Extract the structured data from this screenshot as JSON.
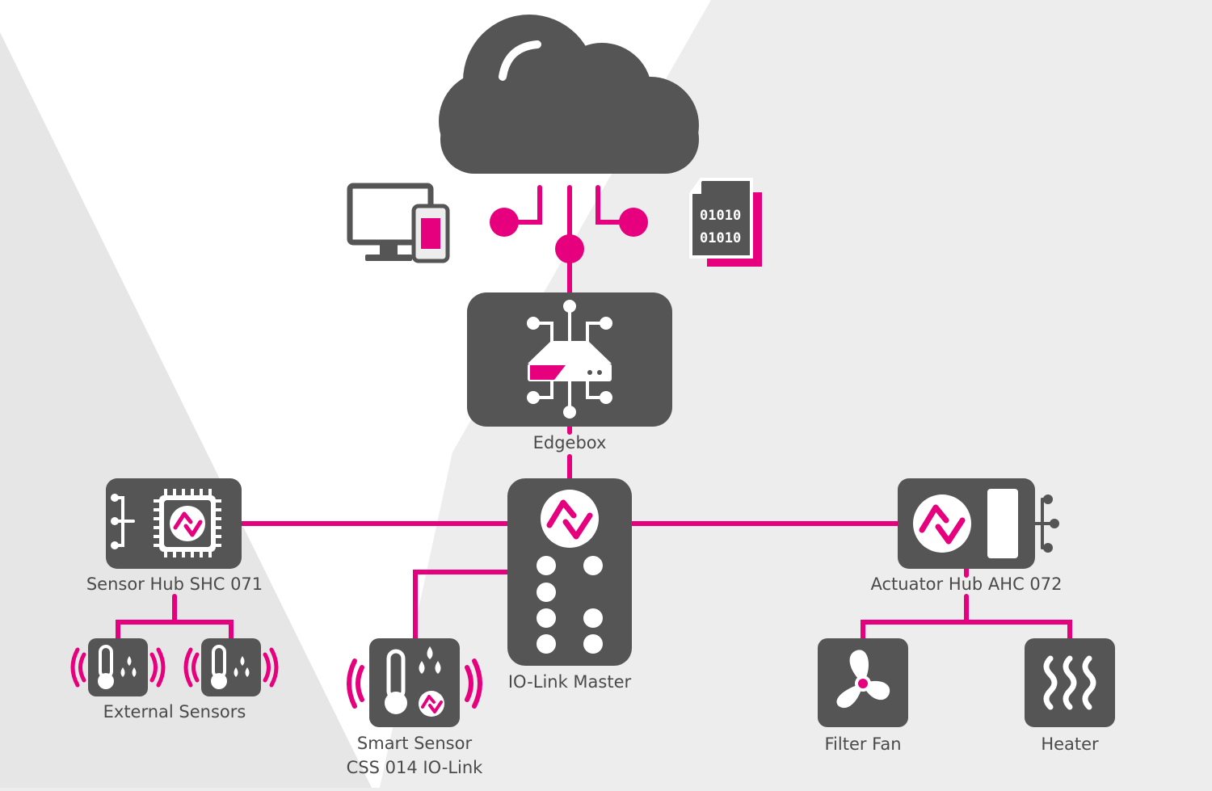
{
  "colors": {
    "dark": "#555555",
    "accent": "#e6007e",
    "background": "#ededed",
    "light": "#ffffff"
  },
  "nodes": {
    "cloud": {
      "icon": "cloud-icon"
    },
    "devices": {
      "icon": "computer-and-phone-icon"
    },
    "data_file": {
      "icon": "binary-file-icon",
      "line1": "01010",
      "line2": "01010"
    },
    "edgebox": {
      "label": "Edgebox",
      "icon": "router-icon"
    },
    "io_link_master": {
      "label": "IO-Link Master",
      "icon": "io-link-logo-icon"
    },
    "sensor_hub": {
      "label": "Sensor Hub SHC 071",
      "icon": "chip-icon"
    },
    "actuator_hub": {
      "label": "Actuator Hub AHC 072",
      "icon": "io-link-logo-icon"
    },
    "external_sensors": {
      "label": "External Sensors",
      "icon": "thermometer-humidity-icon"
    },
    "smart_sensor": {
      "label_line1": "Smart Sensor",
      "label_line2": "CSS 014 IO-Link",
      "icon": "thermometer-humidity-icon"
    },
    "filter_fan": {
      "label": "Filter Fan",
      "icon": "fan-icon"
    },
    "heater": {
      "label": "Heater",
      "icon": "heat-waves-icon"
    }
  }
}
